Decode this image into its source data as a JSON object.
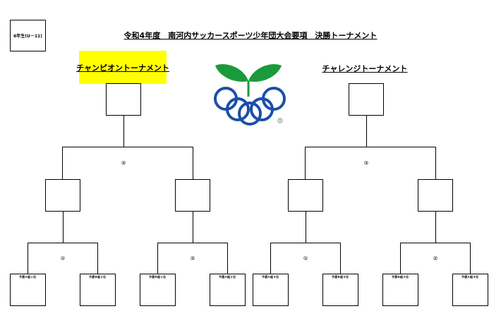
{
  "header": {
    "grade": "6年生(U－11)",
    "title": "令和4年度　南河内サッカースポーツ少年団大会要項　決勝トーナメント"
  },
  "brackets": {
    "champion": {
      "title": "チャンピオントーナメント",
      "final_label": "⑶",
      "semi_left_label": "⑴",
      "semi_right_label": "⑵",
      "teams": [
        "予選Ａ組１位",
        "予選Ｂ組２位",
        "予選Ｂ組１位",
        "予選Ａ組２位"
      ]
    },
    "challenge": {
      "title": "チャレンジトーナメント",
      "final_label": "⑶",
      "semi_left_label": "⑴",
      "semi_right_label": "⑵",
      "teams": [
        "予選Ａ組３位",
        "予選Ｂ組４位",
        "予選Ｂ組３位",
        "予選Ａ組４位"
      ]
    }
  },
  "logo": {
    "icon": "sprout-rings-logo",
    "registered_mark": "®",
    "colors": {
      "leaf": "#1a9a3a",
      "rings": "#1b4fa8"
    }
  }
}
